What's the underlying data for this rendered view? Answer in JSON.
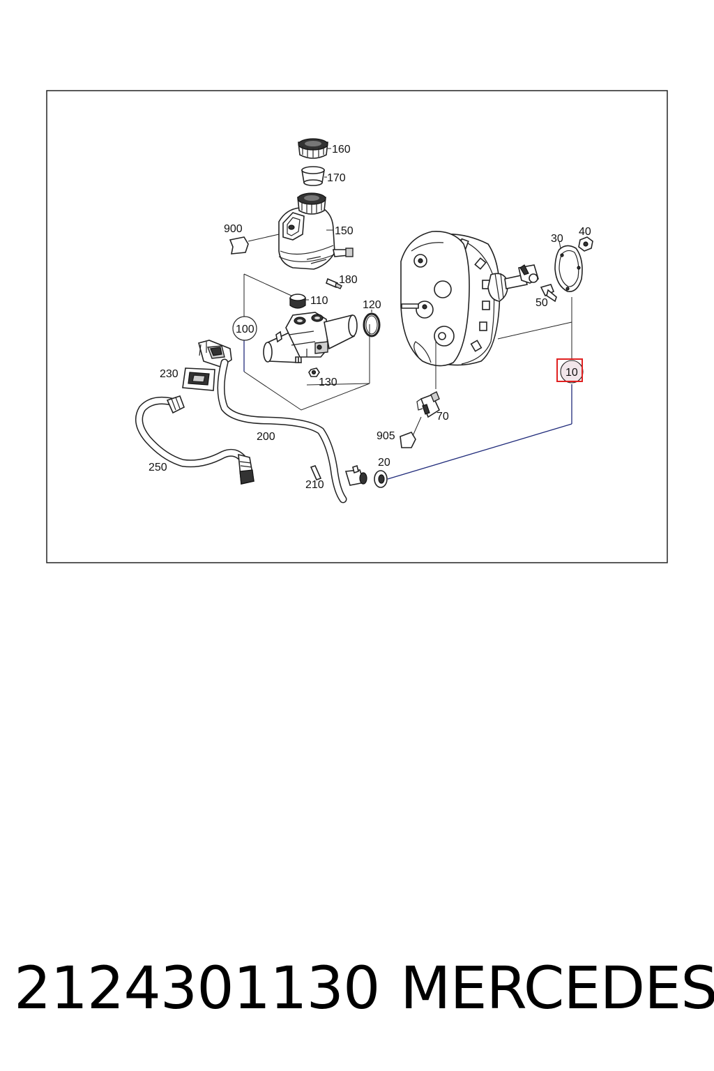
{
  "diagram": {
    "callouts": {
      "c160": "160",
      "c170": "170",
      "c150": "150",
      "c900": "900",
      "c180": "180",
      "c110": "110",
      "c120": "120",
      "c100": "100",
      "c130": "130",
      "c230": "230",
      "c250": "250",
      "c200": "200",
      "c210": "210",
      "c20": "20",
      "c70": "70",
      "c905": "905",
      "c30": "30",
      "c40": "40",
      "c50": "50",
      "c10": "10"
    },
    "highlight_color": "#e02020",
    "leader_color": "#1f2a7a"
  },
  "footer": {
    "part_number": "2124301130",
    "brand": "MERCEDES"
  }
}
